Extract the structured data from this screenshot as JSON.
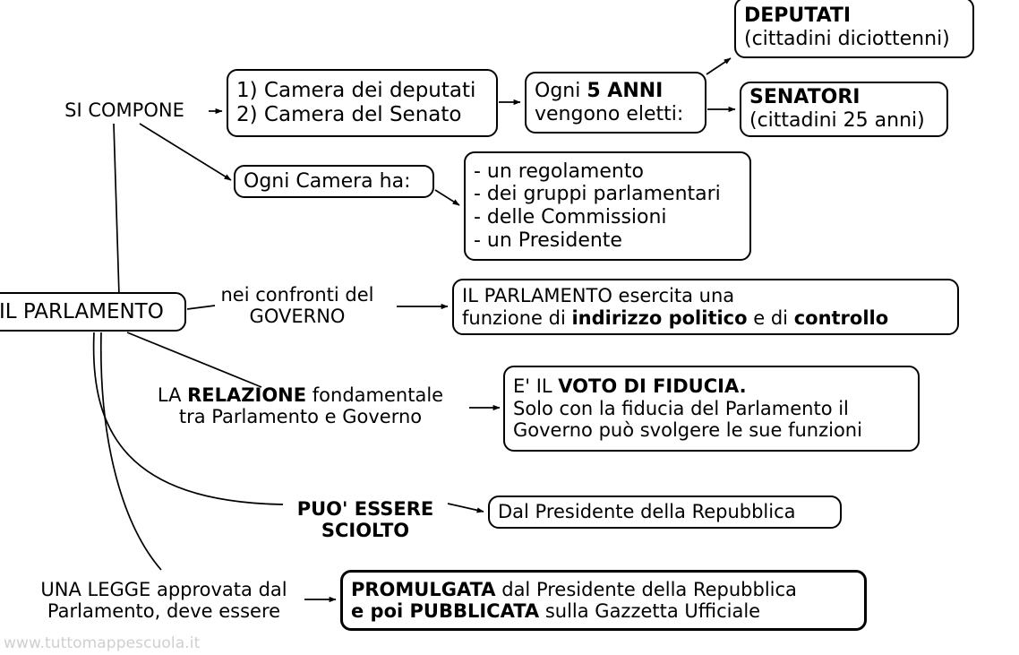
{
  "diagram": {
    "title": "IL PARLAMENTO",
    "watermark": "www.tuttomappescuola.it",
    "ink_color": "#000000",
    "background_color": "#ffffff",
    "watermark_color": "#cfcfcf"
  },
  "nodes": {
    "parlamento": {
      "label": "IL PARLAMENTO"
    },
    "si_compone": {
      "label": "SI COMPONE"
    },
    "camere": {
      "line1": "1) Camera dei deputati",
      "line2": "2) Camera del Senato"
    },
    "ogni_5_anni": {
      "line1_prefix": "Ogni ",
      "line1_strong": "5 ANNI",
      "line2": "vengono eletti:"
    },
    "deputati": {
      "line1": "DEPUTATI",
      "line2": "(cittadini diciottenni)"
    },
    "senatori": {
      "line1": "SENATORI",
      "line2": "(cittadini 25 anni)"
    },
    "ogni_camera_ha": {
      "label": "Ogni Camera ha:"
    },
    "camera_list": {
      "items": [
        "- un regolamento",
        "- dei gruppi parlamentari",
        "- delle Commissioni",
        "- un Presidente"
      ]
    },
    "nei_confronti": {
      "line1": "nei confronti del",
      "line2": "GOVERNO"
    },
    "esercita": {
      "line1": "IL PARLAMENTO esercita una",
      "line2_a": "funzione di ",
      "line2_strong1": "indirizzo politico",
      "line2_b": " e di ",
      "line2_strong2": "controllo"
    },
    "relazione": {
      "line1_a": "LA ",
      "line1_strong": "RELAZIONE",
      "line1_b": " fondamentale",
      "line2": "tra Parlamento e Governo"
    },
    "fiducia": {
      "line1_a": "E' IL ",
      "line1_strong": "VOTO DI FIDUCIA.",
      "line2": "Solo con la fiducia del Parlamento il",
      "line3": "Governo può svolgere le sue funzioni"
    },
    "sciolto": {
      "line1": "PUO' ESSERE",
      "line2": "SCIOLTO"
    },
    "presidente_repubblica": {
      "label": "Dal Presidente della Repubblica"
    },
    "legge": {
      "line1": "UNA LEGGE approvata dal",
      "line2": "Parlamento, deve essere"
    },
    "promulgata": {
      "line1_strong": "PROMULGATA",
      "line1_rest": " dal Presidente della Repubblica",
      "line2_strong": "e poi PUBBLICATA",
      "line2_rest": " sulla Gazzetta Ufficiale"
    }
  }
}
